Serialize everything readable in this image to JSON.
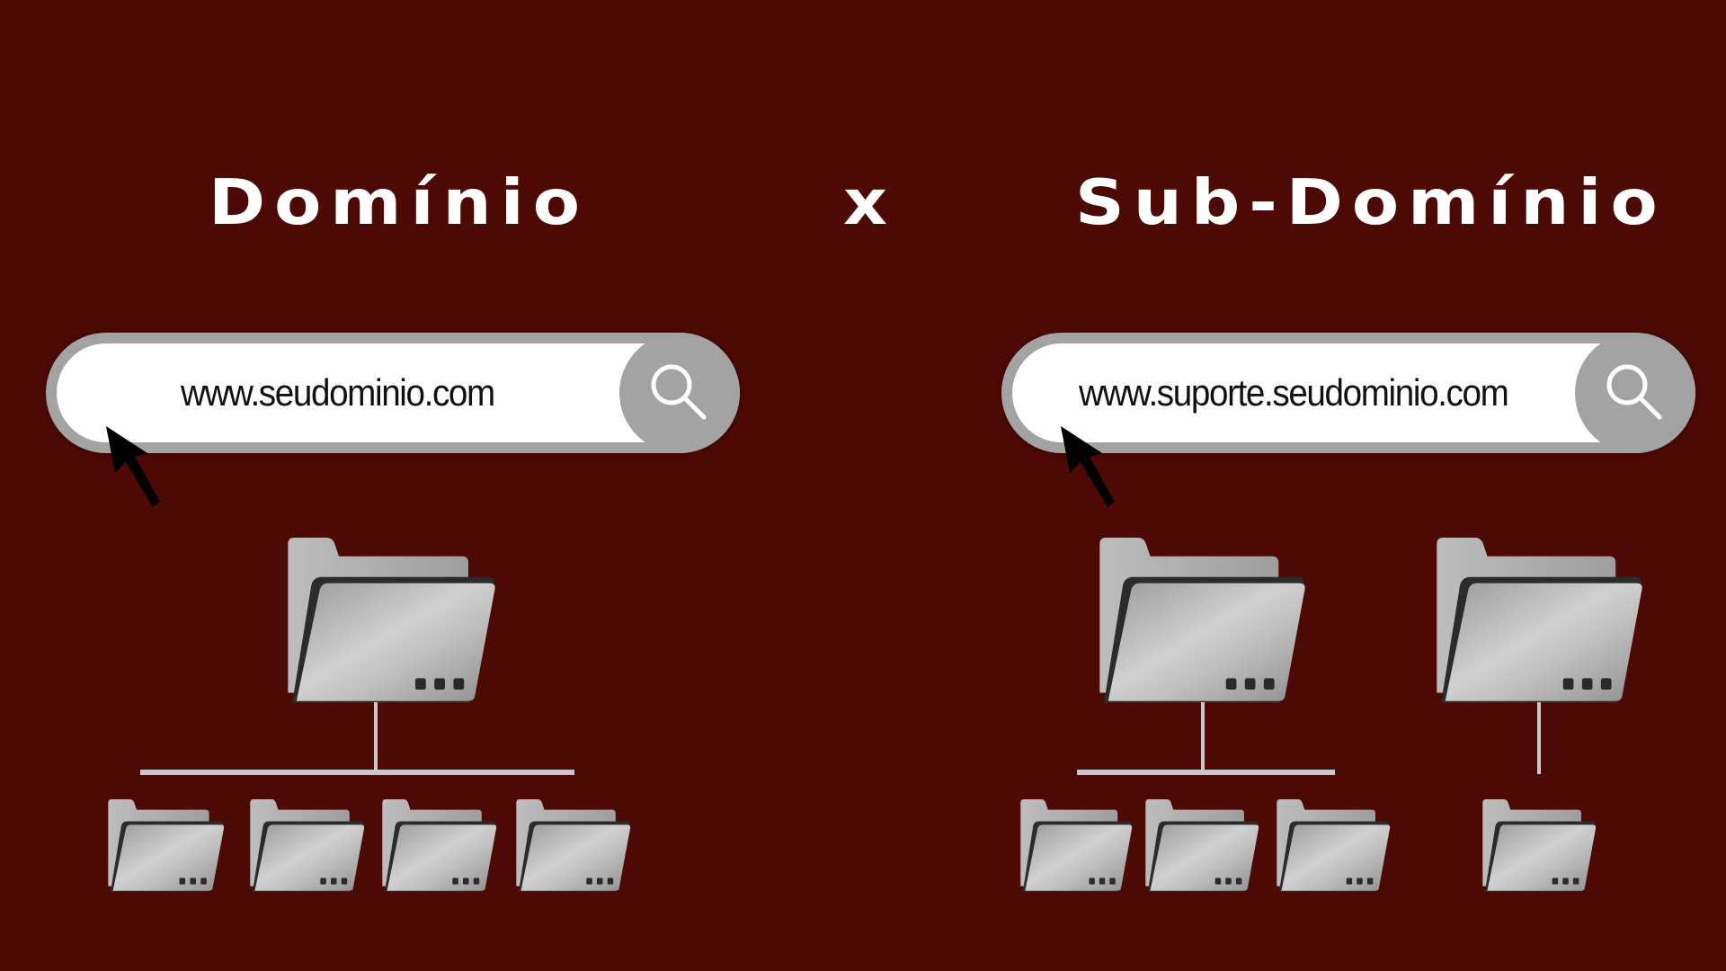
{
  "colors": {
    "background": "#4d0903",
    "title_text": "#ffffff",
    "searchbar_border": "#a3a3a3",
    "searchbar_fill": "#ffffff",
    "folder_gray": "#b8b8b8",
    "connector": "#c9c9c9"
  },
  "header": {
    "left_title": "Domínio",
    "separator": "x",
    "right_title": "Sub-Domínio"
  },
  "domain_panel": {
    "searchbar": {
      "url": "www.seudominio.com",
      "button_icon": "search-icon"
    },
    "cursor_icon": "mouse-pointer-icon",
    "tree": {
      "parents": [
        {
          "icon": "folder-icon",
          "children": 4
        }
      ]
    }
  },
  "subdomain_panel": {
    "searchbar": {
      "url": "www.suporte.seudominio.com",
      "button_icon": "search-icon"
    },
    "cursor_icon": "mouse-pointer-icon",
    "tree": {
      "parents": [
        {
          "icon": "folder-icon",
          "children": 3
        },
        {
          "icon": "folder-icon",
          "children": 1
        }
      ]
    }
  }
}
